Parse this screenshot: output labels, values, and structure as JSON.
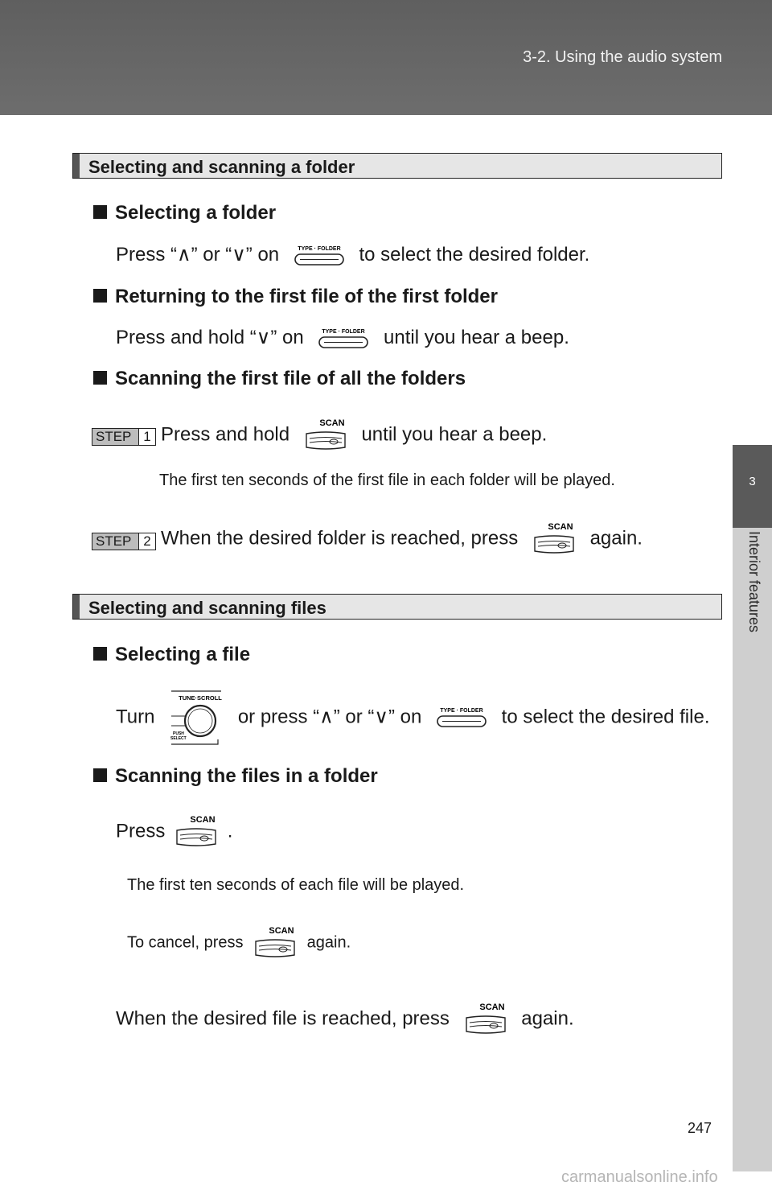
{
  "header": {
    "section": "3-2. Using the audio system"
  },
  "side_tab": {
    "number": "3",
    "label": "Interior features"
  },
  "section1": {
    "title": "Selecting and scanning a folder",
    "sub1_title": "Selecting a folder",
    "sub1_text_a": "Press “∧” or “∨” on",
    "sub1_text_b": "to select the desired folder.",
    "sub2_title": "Returning to the first file of the first folder",
    "sub2_text_a": "Press and hold “∨” on",
    "sub2_text_b": "until you hear a beep.",
    "sub3_title": "Scanning the first file of all the folders",
    "step1_text_a": "Press and hold",
    "step1_text_b": "until you hear a beep.",
    "step1_note": "The first ten seconds of the first file in each folder will be played.",
    "step2_text_a": "When the desired folder is reached, press",
    "step2_text_b": "again."
  },
  "steps": {
    "word": "STEP",
    "one": "1",
    "two": "2"
  },
  "section2": {
    "title": "Selecting and scanning files",
    "sub1_title": "Selecting a file",
    "sub1_text_a": "Turn",
    "sub1_text_b": "or press “∧” or “∨” on",
    "sub1_text_c": "to select the desired file.",
    "sub2_title": "Scanning the files in a folder",
    "sub2_text_a": "Press",
    "sub2_text_b": ".",
    "note1": "The first ten seconds of each file will be played.",
    "note2_a": "To cancel, press",
    "note2_b": "again.",
    "final_a": "When the desired file is reached, press",
    "final_b": "again."
  },
  "icons": {
    "folder_label": "TYPE · FOLDER",
    "scan_label": "SCAN",
    "knob_top_label": "TUNE·SCROLL",
    "knob_push": "PUSH",
    "knob_select": "SELECT"
  },
  "page_number": "247",
  "watermark": "carmanualsonline.info"
}
